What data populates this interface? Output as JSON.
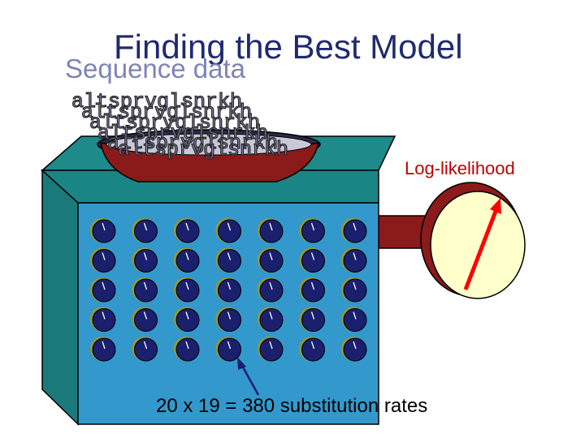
{
  "slide": {
    "title": "Finding the Best Model",
    "subtitle": "Sequence data",
    "sequence_lines": [
      "altsprvglsnrkh",
      "altsprvglsnrkh",
      "altsprvglsnrkh",
      "altsprvglsnrkh",
      "altsprvglsnrkh",
      "altsprvglsnrkh"
    ],
    "meter_label": "Log-likelihood",
    "caption": "20 x 19 = 380 substitution rates"
  },
  "knob_grid": {
    "rows": 5,
    "columns": 7
  },
  "colors": {
    "box_front": "#3399cc",
    "box_side": "#1a7a7a",
    "box_top": "#1f8a8a",
    "knob": "#1a1f6e",
    "knob_ring": "#999933",
    "bowl": "#8b1a1a",
    "meter_face": "#ffffcc",
    "needle": "#ff0000"
  }
}
